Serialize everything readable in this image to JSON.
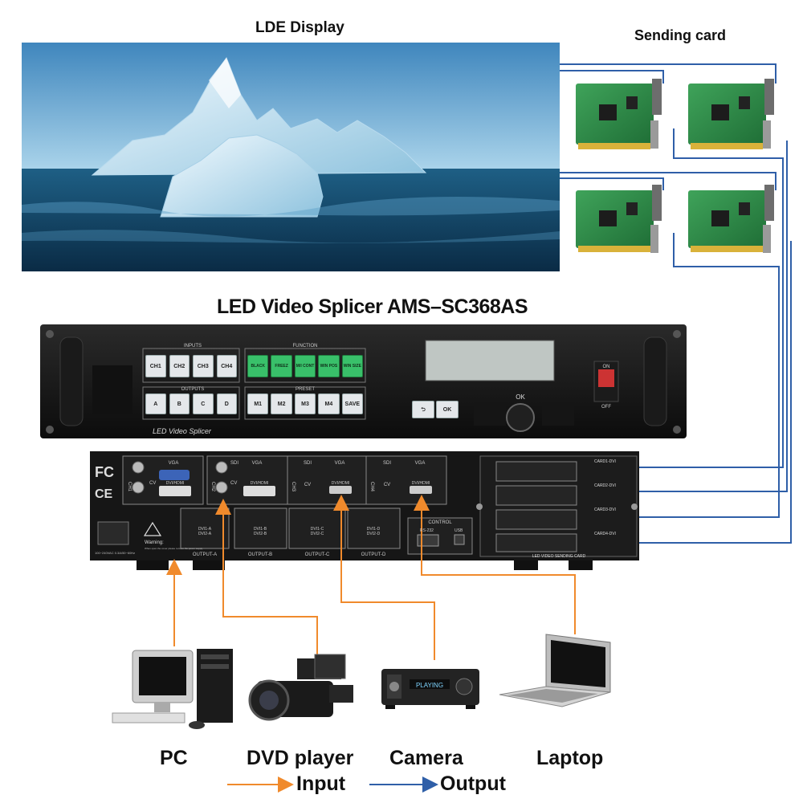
{
  "titles": {
    "display": "LDE  Display",
    "sending_card": "Sending card",
    "splicer": "LED Video Splicer AMS–SC368AS"
  },
  "front_panel": {
    "inputs_label": "INPUTS",
    "inputs": [
      "CH1",
      "CH2",
      "CH3",
      "CH4"
    ],
    "outputs_label": "OUTPUTS",
    "outputs": [
      "A",
      "B",
      "C",
      "D"
    ],
    "function_label": "FUNCTION",
    "functions": [
      "BLACK",
      "FREEZ",
      "M/I CONT",
      "WIN POS",
      "WIN SIZE"
    ],
    "preset_label": "PRESET",
    "presets": [
      "M1",
      "M2",
      "M3",
      "M4",
      "SAVE"
    ],
    "back_button": "⮌",
    "ok_button": "OK",
    "knob_label": "OK",
    "power_on": "ON",
    "power_off": "OFF",
    "brand": "LED Video Splicer"
  },
  "rear_panel": {
    "logos": [
      "FC",
      "CE"
    ],
    "channels": [
      "CH1",
      "CH2",
      "CH3",
      "CH4"
    ],
    "port_sdi": "SDI",
    "port_vga": "VGA",
    "port_cv": "CV",
    "port_dvi": "DVI/HDMI",
    "warning_title": "Warning:",
    "warning_text": "When open the cover please remove the power supply",
    "power_spec": "100~240VAC 0.3A/50~60Hz",
    "output_dvis": [
      {
        "top": "DVI1-A",
        "bottom": "DVI2-A",
        "label": "OUTPUT-A"
      },
      {
        "top": "DVI1-B",
        "bottom": "DVI2-B",
        "label": "OUTPUT-B"
      },
      {
        "top": "DVI1-C",
        "bottom": "DVI2-C",
        "label": "OUTPUT-C"
      },
      {
        "top": "DVI1-D",
        "bottom": "DVI2-D",
        "label": "OUTPUT-D"
      }
    ],
    "control_label": "CONTROL",
    "rs232": "RS-232",
    "usb": "USB",
    "cards": [
      "CARD1-DVI",
      "CARD2-DVI",
      "CARD3-DVI",
      "CARD4-DVI"
    ],
    "card_panel_label": "LED VIDEO SENDING CARD"
  },
  "devices": {
    "pc": "PC",
    "dvd": "DVD player",
    "camera": "Camera",
    "laptop": "Laptop",
    "camera_display": "PLAYING"
  },
  "legend": {
    "input": "Input",
    "output": "Output"
  },
  "colors": {
    "input_line": "#f08a2c",
    "output_line": "#2f5fa8"
  }
}
